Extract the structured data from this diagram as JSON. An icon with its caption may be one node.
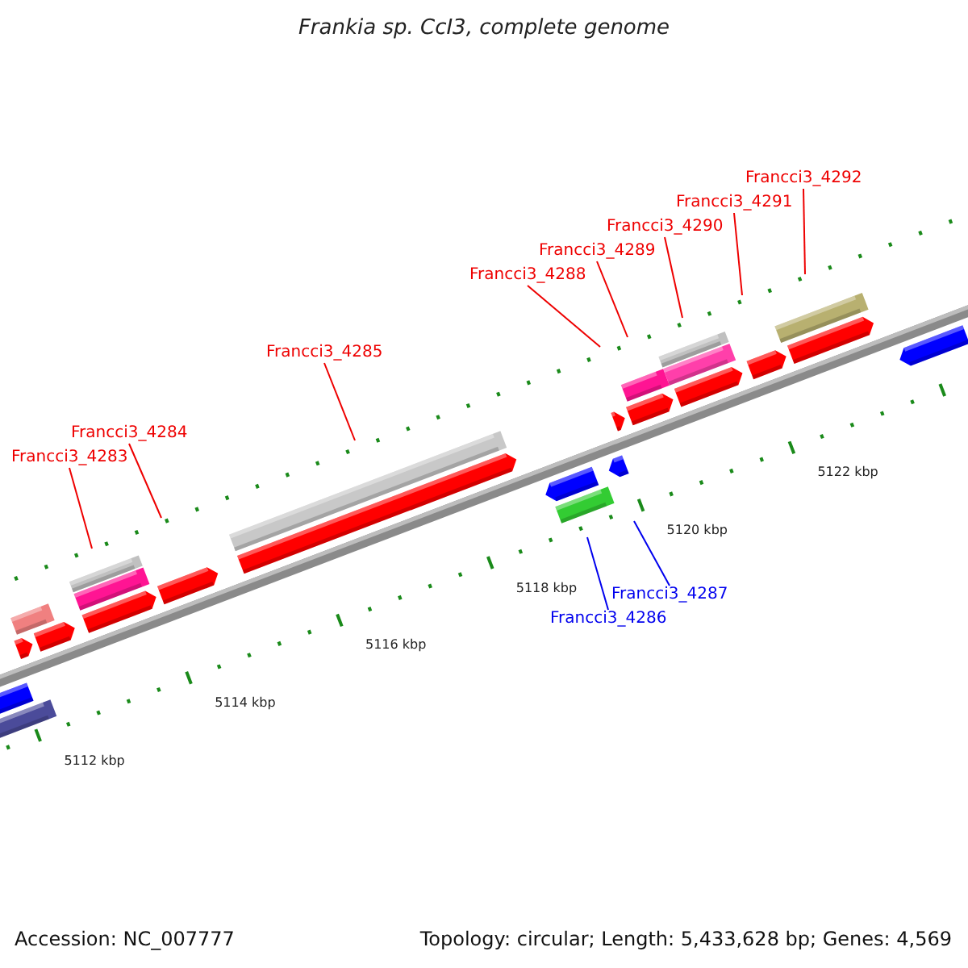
{
  "diagram": {
    "title": "Frankia sp. CcI3, complete genome",
    "nodes": [
      {
        "text": [
          "Francci3_4283"
        ]
      },
      {
        "text": [
          "Francci3_4284"
        ]
      },
      {
        "text": [
          "Francci3_4285"
        ]
      },
      {
        "text": [
          "Francci3_4286"
        ]
      },
      {
        "text": [
          "Francci3_4287"
        ]
      },
      {
        "text": [
          "Francci3_4288"
        ]
      },
      {
        "text": [
          "Francci3_4289"
        ]
      },
      {
        "text": [
          "Francci3_4290"
        ]
      },
      {
        "text": [
          "Francci3_4291"
        ]
      },
      {
        "text": [
          "Francci3_4292"
        ]
      }
    ],
    "edges": [
      {
        "from": 0,
        "to": null,
        "arrow": "none"
      },
      {
        "from": 1,
        "to": null,
        "arrow": "none"
      },
      {
        "from": 2,
        "to": null,
        "arrow": "none"
      },
      {
        "from": 3,
        "to": null,
        "arrow": "none",
        "color": "#0000ee"
      },
      {
        "from": 4,
        "to": null,
        "arrow": "none",
        "color": "#0000ee"
      },
      {
        "from": 5,
        "to": null,
        "arrow": "none"
      },
      {
        "from": 6,
        "to": null,
        "arrow": "none"
      },
      {
        "from": 7,
        "to": null,
        "arrow": "none"
      },
      {
        "from": 8,
        "to": null,
        "arrow": "none"
      },
      {
        "from": 9,
        "to": null,
        "arrow": "none"
      }
    ],
    "labels": [
      "5112 kbp",
      "5114 kbp",
      "5116 kbp",
      "5118 kbp",
      "5120 kbp",
      "5122 kbp",
      "Accession: NC_007777",
      "Topology: circular; Length: 5,433,628 bp; Genes: 4,569"
    ]
  }
}
